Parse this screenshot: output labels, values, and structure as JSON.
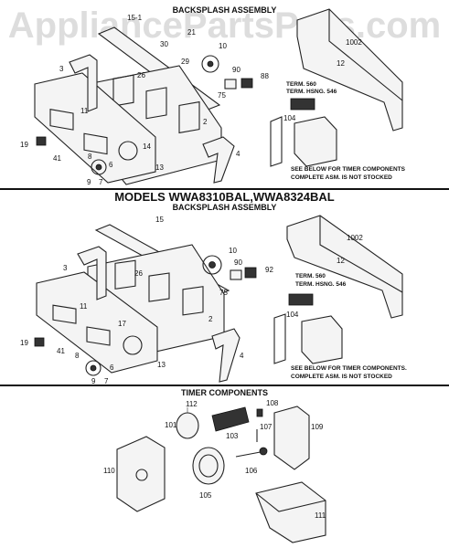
{
  "watermark": "AppliancePartsPros.com",
  "top_section": {
    "heading": "BACKSPLASH ASSEMBLY",
    "labels": [
      "15-1",
      "21",
      "30",
      "29",
      "10",
      "90",
      "88",
      "1002",
      "12",
      "3",
      "26",
      "75",
      "11",
      "2",
      "104",
      "19",
      "41",
      "14",
      "8",
      "6",
      "7",
      "9",
      "13",
      "4"
    ],
    "term": [
      "TERM. 560",
      "TERM. HSNG. 546"
    ],
    "note": [
      "SEE BELOW FOR TIMER COMPONENTS",
      "COMPLETE ASM. IS NOT STOCKED"
    ]
  },
  "middle_section": {
    "models": "MODELS WWA8310BAL,WWA8324BAL",
    "heading": "BACKSPLASH ASSEMBLY",
    "labels": [
      "15",
      "10",
      "1002",
      "26",
      "90",
      "92",
      "3",
      "12",
      "75",
      "11",
      "104",
      "17",
      "2",
      "19",
      "41",
      "8",
      "6",
      "9",
      "7",
      "13",
      "4"
    ],
    "term": [
      "TERM. 560",
      "TERM. HSNG. 546"
    ],
    "note": [
      "SEE BELOW FOR TIMER COMPONENTS.",
      "COMPLETE ASM. IS NOT STOCKED"
    ]
  },
  "timer_section": {
    "heading": "TIMER COMPONENTS",
    "labels": [
      "112",
      "108",
      "101",
      "103",
      "107",
      "109",
      "110",
      "106",
      "105",
      "111"
    ]
  }
}
